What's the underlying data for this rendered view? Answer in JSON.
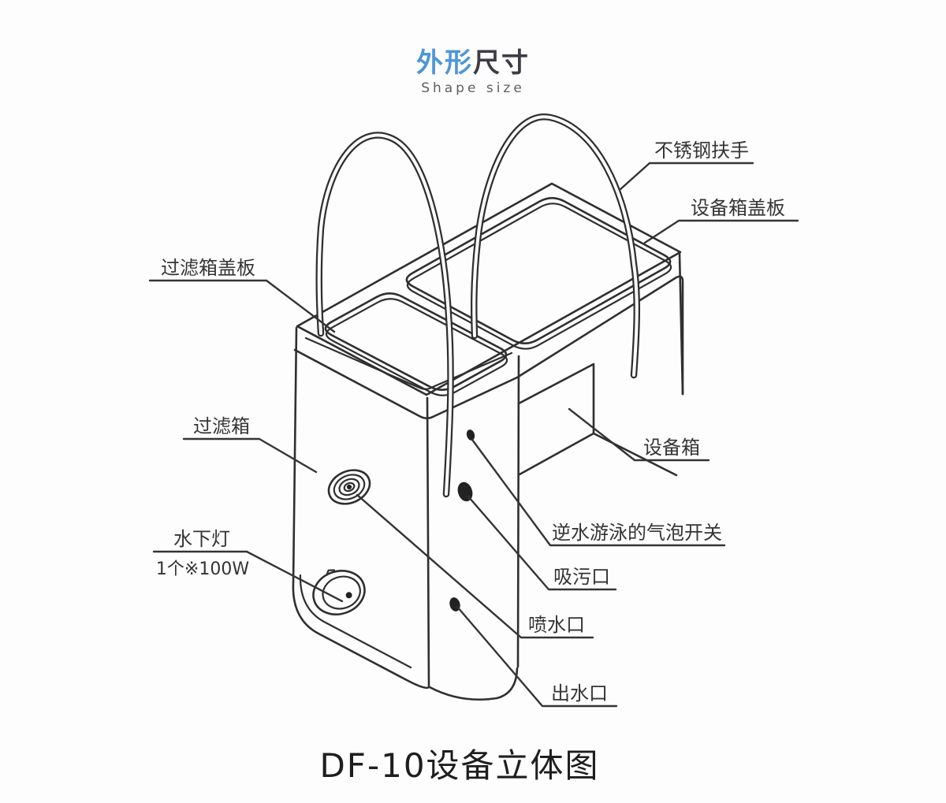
{
  "title": {
    "accent": "外形",
    "rest": "尺寸",
    "subtitle": "Shape size"
  },
  "caption": "DF-10设备立体图",
  "colors": {
    "accent_blue": "#4e96d6",
    "line_ink": "#2f2f2f",
    "label_ink": "#343434"
  },
  "labels": {
    "handrail": "不锈钢扶手",
    "equipment_cover": "设备箱盖板",
    "filter_cover": "过滤箱盖板",
    "filter_box": "过滤箱",
    "underwater_light": "水下灯",
    "underwater_light_spec": "1个※100W",
    "equipment_box": "设备箱",
    "bubble_switch": "逆水游泳的气泡开关",
    "suction_port": "吸污口",
    "spray_port": "喷水口",
    "outlet_port": "出水口"
  }
}
